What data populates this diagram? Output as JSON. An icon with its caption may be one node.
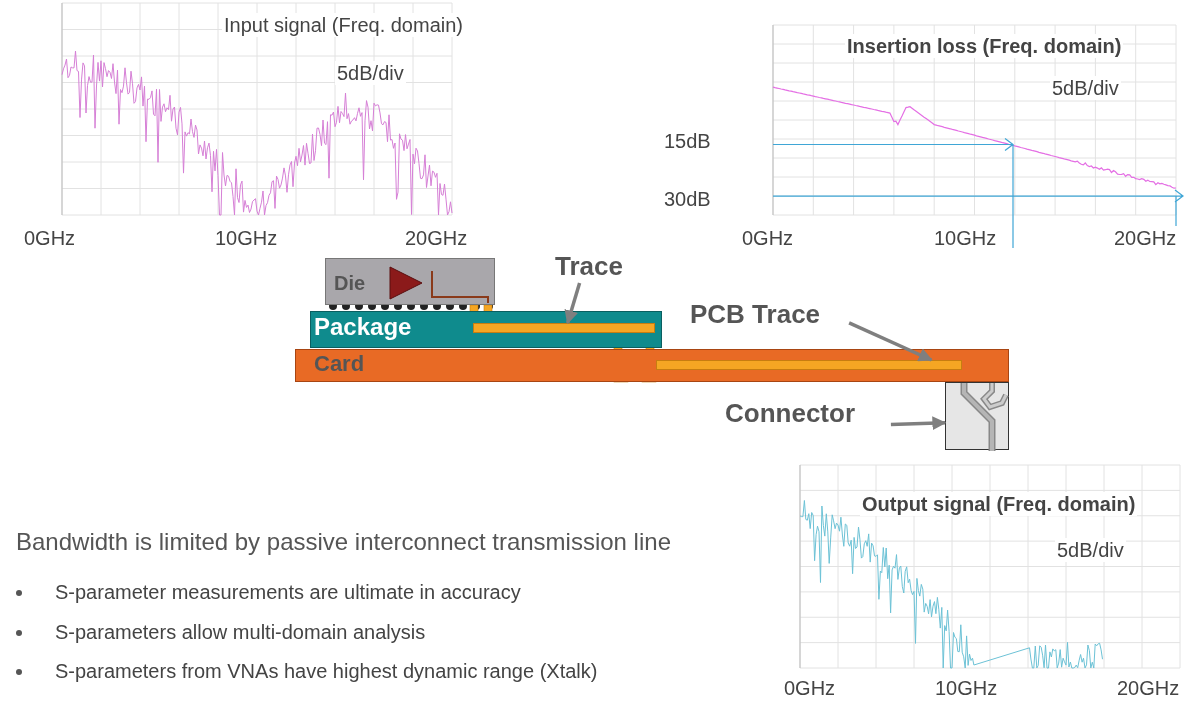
{
  "diagram": {
    "nodes": [
      {
        "text": [
          "Die"
        ]
      },
      {
        "text": [
          "Package"
        ]
      },
      {
        "text": [
          "Card"
        ]
      },
      {
        "text": [
          "Trace"
        ]
      },
      {
        "text": [],
        "shape": "bar",
        "in": 1
      },
      {
        "text": [
          "PCB Trace"
        ]
      },
      {
        "text": [],
        "shape": "bar",
        "in": 2
      },
      {
        "text": [
          "Connector"
        ]
      },
      {
        "text": [],
        "shape": "box"
      }
    ],
    "edges": [
      {
        "from": 3,
        "to": 4,
        "arrow": "to",
        "color": "#7f7f7f"
      },
      {
        "from": 5,
        "to": 6,
        "arrow": "to",
        "color": "#7f7f7f"
      },
      {
        "from": 7,
        "to": 8,
        "arrow": "to",
        "color": "#7f7f7f"
      }
    ],
    "labels": [
      "Input signal (Freq. domain)",
      "5dB/div",
      "0GHz",
      "10GHz",
      "20GHz",
      "Insertion loss (Freq. domain)",
      "5dB/div",
      "15dB",
      "30dB",
      "0GHz",
      "10GHz",
      "20GHz",
      "Output signal (Freq. domain)",
      "5dB/div",
      "0GHz",
      "10GHz",
      "20GHz",
      "Bandwidth is limited by passive interconnect transmission line",
      "S-parameter measurements are ultimate in accuracy",
      "S-parameters allow multi-domain analysis",
      "S-parameters from VNAs have highest dynamic range (Xtalk)"
    ]
  }
}
